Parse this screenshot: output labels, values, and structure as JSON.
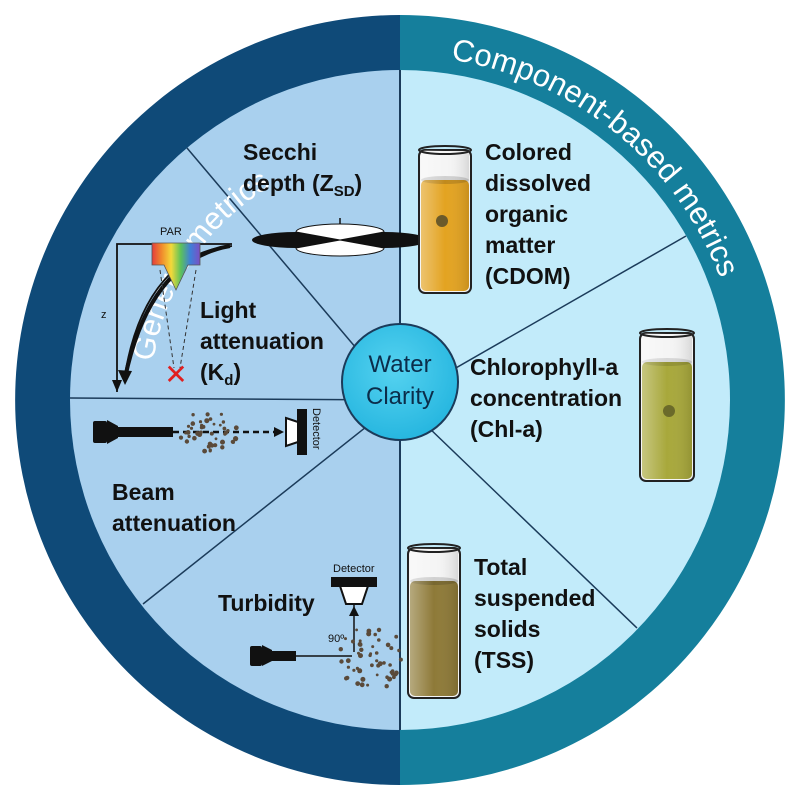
{
  "ring": {
    "left_title": "General metrics",
    "right_title": "Component-based metrics"
  },
  "center": {
    "line1": "Water",
    "line2": "Clarity"
  },
  "general": {
    "secchi": {
      "line1": "Secchi",
      "line2_prefix": "depth (Z",
      "subscript": "SD",
      "suffix": ")"
    },
    "light": {
      "line1": "Light",
      "line2": "attenuation",
      "line3_prefix": "(K",
      "subscript": "d",
      "suffix": ")",
      "par_label": "PAR",
      "z_label": "z"
    },
    "beam": {
      "line1": "Beam",
      "line2": "attenuation",
      "detector_label": "Detector"
    },
    "turbidity": {
      "label": "Turbidity",
      "detector_label": "Detector",
      "angle_label": "90º"
    }
  },
  "component": {
    "cdom": {
      "lines": [
        "Colored",
        "dissolved",
        "organic",
        "matter",
        "(CDOM)"
      ],
      "liquid_color": "#e3a321"
    },
    "chla": {
      "lines": [
        "Chlorophyll-a",
        "concentration",
        "(Chl-a)"
      ],
      "liquid_color": "#a8a83b"
    },
    "tss": {
      "lines": [
        "Total",
        "suspended",
        "solids",
        "(TSS)"
      ],
      "liquid_color": "#8e7a38"
    }
  },
  "colors": {
    "left_ring": "#0f4a78",
    "right_ring": "#157f9c",
    "left_fill": "#a9d0ee",
    "right_fill": "#c2ebfa",
    "center": "#2bc0e6"
  }
}
